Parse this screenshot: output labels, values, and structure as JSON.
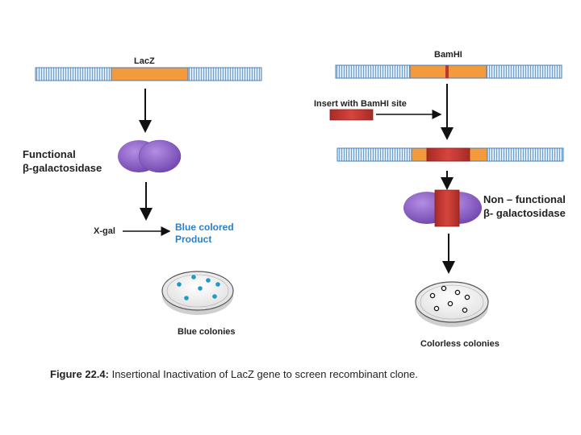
{
  "left": {
    "gene_label": "LacZ",
    "enzyme_label_line1": "Functional",
    "enzyme_label_line2": "β-galactosidase",
    "substrate_label": "X-gal",
    "product_label_line1": "Blue colored",
    "product_label_line2": "Product",
    "colonies_label": "Blue colonies"
  },
  "right": {
    "site_label": "BamHI",
    "insert_label": "Insert with BamHI site",
    "enzyme_label_line1": "Non – functional",
    "enzyme_label_line2": "β- galactosidase",
    "colonies_label": "Colorless colonies"
  },
  "caption": {
    "figure_number": "Figure 22.4:",
    "text": " Insertional Inactivation of LacZ gene to screen recombinant clone."
  },
  "colors": {
    "plasmid_fill": "#dbe9f6",
    "plasmid_stripe": "#6e9fce",
    "plasmid_border": "#4a7fb5",
    "gene": "#f39a3d",
    "insert": "#c0352f",
    "enzyme": "#8a5bc4",
    "blue_product": "#2a7fc9",
    "colony_blue": "#1f9ac4",
    "arrow": "#111111"
  },
  "icons": [
    "arrow-icon",
    "plasmid-icon",
    "enzyme-icon",
    "petri-dish-icon",
    "colony-icon"
  ]
}
